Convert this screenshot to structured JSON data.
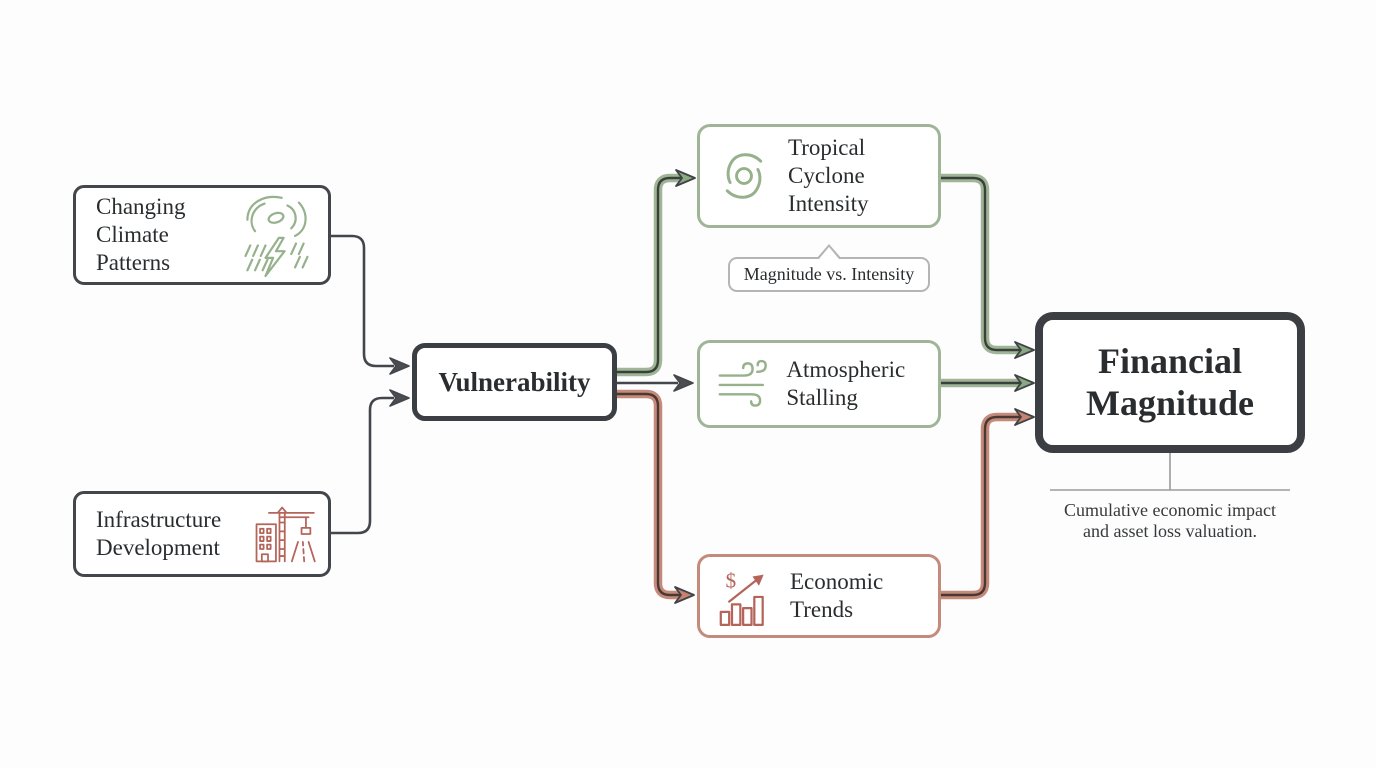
{
  "title": "Climate vulnerability to financial magnitude flow diagram",
  "colors": {
    "bg": "#fdfdfe",
    "ink": "#43474b",
    "ink-strong": "#3b3f43",
    "text": "#2a2d2f",
    "green": "#a0b597",
    "green-fill": "#8aa981",
    "green-icon": "#96b18c",
    "red": "#c48a7b",
    "red-fill": "#c98270",
    "red-icon": "#b5645a",
    "callout-border": "#b5b5b5",
    "note-line": "#9b9b9b"
  },
  "nodes": {
    "changing_climate": {
      "label": "Changing Climate Patterns",
      "icon": "storm-swirl-icon"
    },
    "infrastructure": {
      "label": "Infrastructure Development",
      "icon": "construction-crane-icon"
    },
    "vulnerability": {
      "label": "Vulnerability"
    },
    "tropical_cyclone": {
      "label": "Tropical Cyclone Intensity",
      "icon": "hurricane-icon"
    },
    "atmospheric_stalling": {
      "label": "Atmospheric Stalling",
      "icon": "wind-icon"
    },
    "economic_trends": {
      "label": "Economic Trends",
      "icon": "dollar-growth-icon"
    },
    "financial_magnitude": {
      "label": "Financial Magnitude"
    }
  },
  "callout": {
    "text": "Magnitude vs. Intensity"
  },
  "note": {
    "text": "Cumulative economic impact and asset loss valuation."
  },
  "edges": [
    {
      "from": "changing-climate-patterns",
      "to": "vulnerability",
      "style": "dark"
    },
    {
      "from": "infrastructure-development",
      "to": "vulnerability",
      "style": "dark"
    },
    {
      "from": "vulnerability",
      "to": "tropical-cyclone-intensity",
      "style": "green-pipe"
    },
    {
      "from": "vulnerability",
      "to": "atmospheric-stalling",
      "style": "dark"
    },
    {
      "from": "vulnerability",
      "to": "economic-trends",
      "style": "red-pipe"
    },
    {
      "from": "tropical-cyclone-intensity",
      "to": "financial-magnitude",
      "style": "green-pipe"
    },
    {
      "from": "atmospheric-stalling",
      "to": "financial-magnitude",
      "style": "green-pipe"
    },
    {
      "from": "economic-trends",
      "to": "financial-magnitude",
      "style": "red-pipe"
    }
  ]
}
